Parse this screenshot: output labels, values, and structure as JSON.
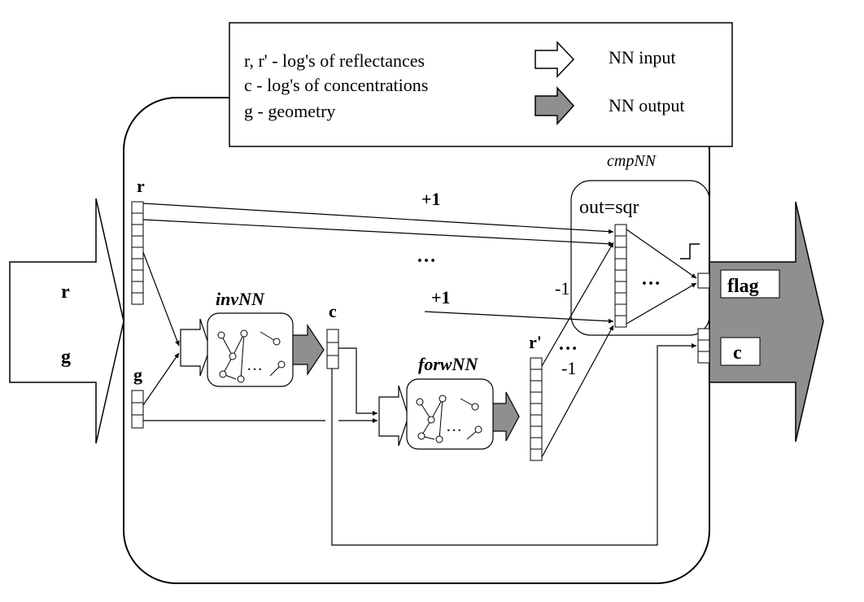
{
  "legend": {
    "line1": "r, r' - log's of reflectances",
    "line2": "c - log's of concentrations",
    "line3": "g - geometry",
    "input_label": "NN input",
    "output_label": "NN output"
  },
  "inputs": {
    "r": "r",
    "g": "g"
  },
  "vectors": {
    "r": "r",
    "g": "g",
    "c": "c",
    "r_prime": "r'"
  },
  "networks": {
    "inv": "invNN",
    "forw": "forwNN",
    "cmp": "cmpNN"
  },
  "cmp": {
    "out": "out=sqr"
  },
  "weights": {
    "plus_top": "+1",
    "plus_mid": "+1",
    "minus_top": "-1",
    "minus_bottom": "-1"
  },
  "ellipses": {
    "top": "…",
    "inv": "…",
    "forw": "…",
    "cmp": "…",
    "rprime": "…"
  },
  "outputs": {
    "flag": "flag",
    "c": "c"
  },
  "colors": {
    "output_fill": "#8f8f8f",
    "line": "#000000",
    "background": "#ffffff"
  }
}
